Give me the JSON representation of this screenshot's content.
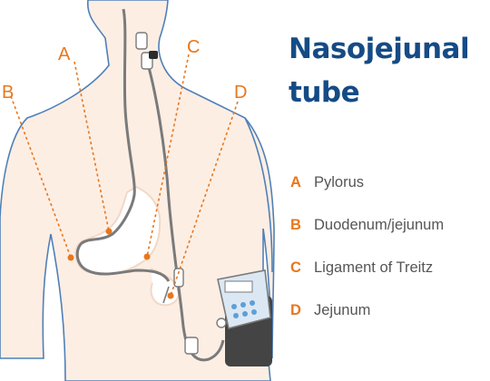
{
  "title": {
    "line1": "Nasojejunal",
    "line2": "tube"
  },
  "legend": {
    "items": [
      {
        "key": "A",
        "label": "Pylorus"
      },
      {
        "key": "B",
        "label": "Duodenum/jejunum"
      },
      {
        "key": "C",
        "label": "Ligament of Treitz"
      },
      {
        "key": "D",
        "label": "Jejunum"
      }
    ]
  },
  "markers": {
    "a": "A",
    "b": "B",
    "c": "C",
    "d": "D"
  },
  "colors": {
    "title": "#154b85",
    "accent_orange": "#e9771c",
    "body_fill": "#fdeee4",
    "body_outline": "#4f80b8",
    "tube": "#7a7a7a",
    "pump_body": "#444444",
    "pump_device": "#dbe8f4"
  },
  "icons": {
    "pump": "feeding-pump-icon"
  }
}
